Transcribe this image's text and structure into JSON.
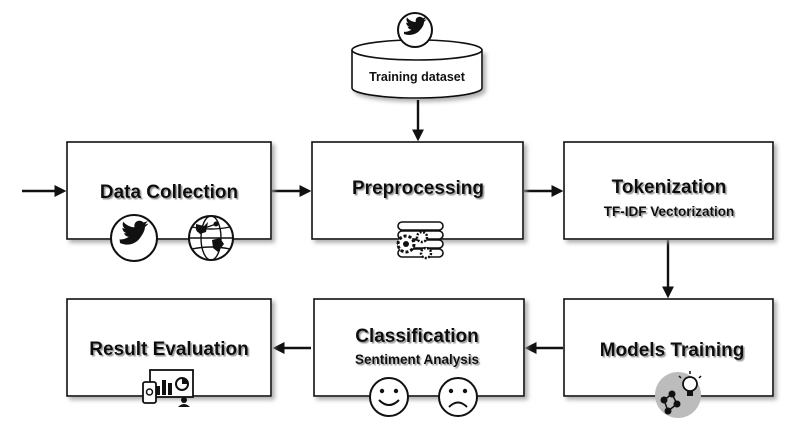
{
  "dataset": {
    "label": "Training dataset",
    "icon": "twitter-bird-icon"
  },
  "steps": {
    "data_collection": {
      "title": "Data Collection",
      "icons": [
        "twitter-bird-icon",
        "globe-network-icon"
      ]
    },
    "preprocessing": {
      "title": "Preprocessing",
      "icons": [
        "database-gears-icon"
      ]
    },
    "tokenization": {
      "title": "Tokenization",
      "subtitle": "TF-IDF Vectorization"
    },
    "models_training": {
      "title": "Models Training",
      "icons": [
        "lightbulb-network-icon"
      ]
    },
    "classification": {
      "title": "Classification",
      "subtitle": "Sentiment Analysis",
      "icons": [
        "smiley-happy-icon",
        "smiley-sad-icon"
      ]
    },
    "result_evaluation": {
      "title": "Result Evaluation",
      "icons": [
        "dashboard-charts-icon"
      ]
    }
  },
  "colors": {
    "stroke": "#111111",
    "background": "#ffffff",
    "shadow": "#9a9a9a"
  }
}
